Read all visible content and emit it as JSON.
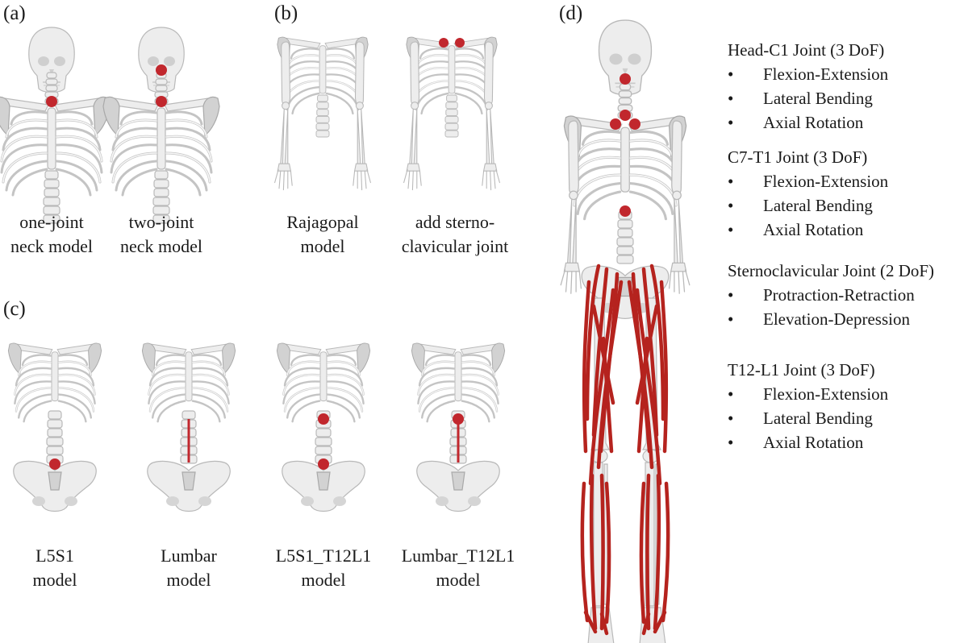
{
  "panels": {
    "a": {
      "label": "(a)",
      "models": [
        {
          "line1": "one-joint",
          "line2": "neck model"
        },
        {
          "line1": "two-joint",
          "line2": "neck model"
        }
      ]
    },
    "b": {
      "label": "(b)",
      "models": [
        {
          "line1": "Rajagopal",
          "line2": "model"
        },
        {
          "line1": "add sterno-",
          "line2": "clavicular joint"
        }
      ]
    },
    "c": {
      "label": "(c)",
      "models": [
        {
          "line1": "L5S1",
          "line2": "model"
        },
        {
          "line1": "Lumbar",
          "line2": "model"
        },
        {
          "line1": "L5S1_T12L1",
          "line2": "model"
        },
        {
          "line1": "Lumbar_T12L1",
          "line2": "model"
        }
      ]
    },
    "d": {
      "label": "(d)",
      "bullet": "•",
      "joints": [
        {
          "title": "Head-C1 Joint (3 DoF)",
          "items": [
            "Flexion-Extension",
            "Lateral Bending",
            "Axial Rotation"
          ]
        },
        {
          "title": "C7-T1 Joint (3 DoF)",
          "items": [
            "Flexion-Extension",
            "Lateral Bending",
            "Axial Rotation"
          ]
        },
        {
          "title": "Sternoclavicular Joint (2 DoF)",
          "items": [
            "Protraction-Retraction",
            "Elevation-Depression"
          ]
        },
        {
          "title": "T12-L1 Joint (3 DoF)",
          "items": [
            "Flexion-Extension",
            "Lateral Bending",
            "Axial Rotation"
          ]
        }
      ]
    }
  },
  "colors": {
    "joint": "#c1272d",
    "muscle": "#b5231e",
    "bone": "#ededed",
    "bone_outline": "#b9b9b9"
  },
  "icons": {
    "joint_marker": "red-dot-icon"
  }
}
